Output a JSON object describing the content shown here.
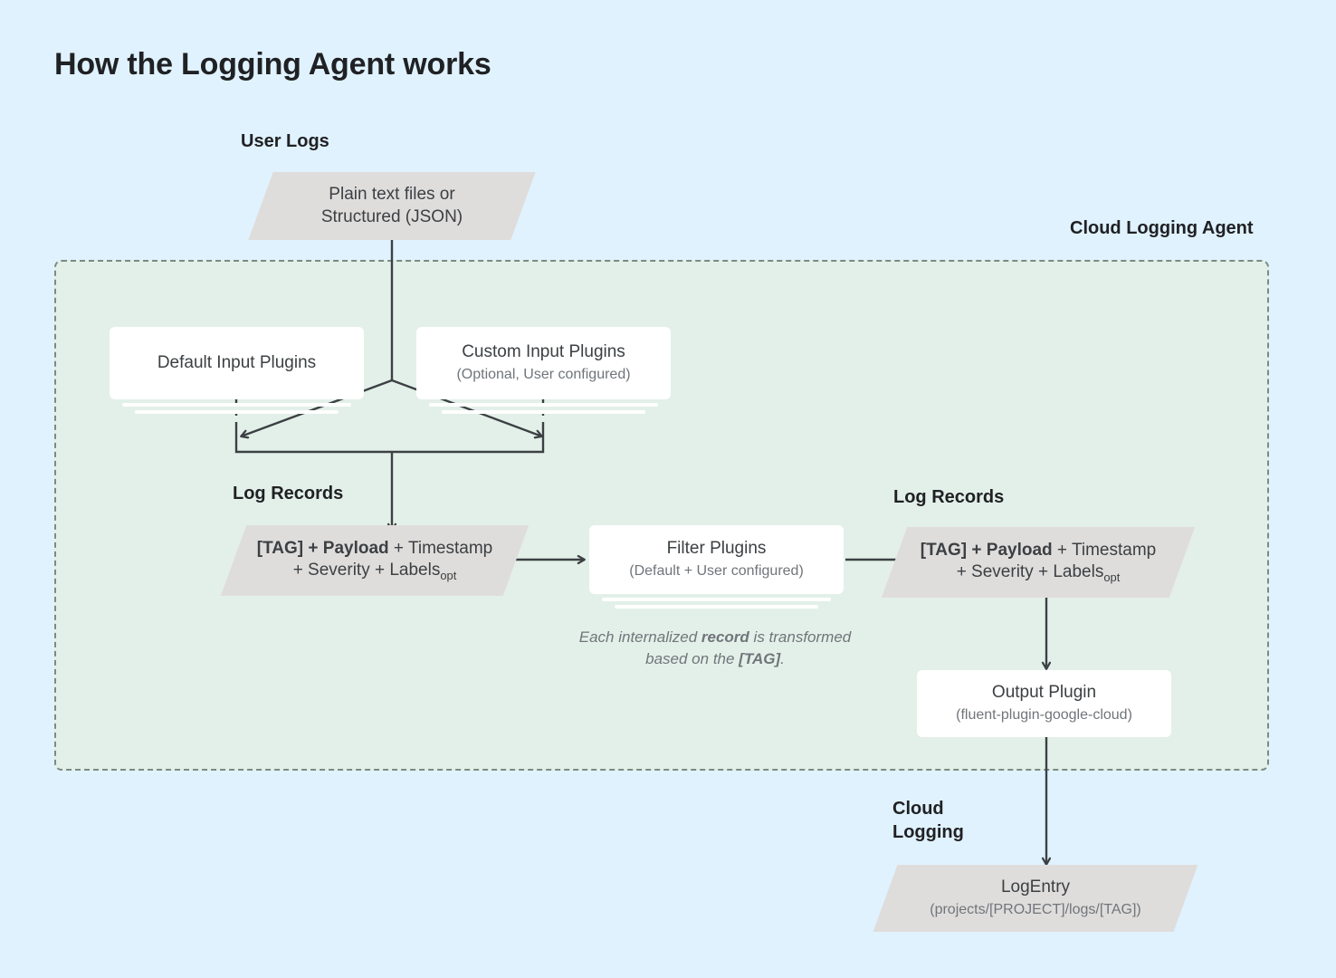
{
  "page": {
    "title": "How the Logging Agent works",
    "background_color": "#e0f2fd",
    "agent_zone_color": "#e3f0e9",
    "node_grey": "#dfdddc",
    "card_white": "#ffffff",
    "connector_color": "#3c4043"
  },
  "labels": {
    "user_logs": "User Logs",
    "cloud_logging_agent": "Cloud Logging Agent",
    "log_records_left": "Log Records",
    "log_records_right": "Log Records",
    "cloud_logging_line1": "Cloud",
    "cloud_logging_line2": "Logging"
  },
  "nodes": {
    "user_logs_source": {
      "line1": "Plain text files or",
      "line2": "Structured (JSON)",
      "shape": "parallelogram"
    },
    "default_input_plugins": {
      "title": "Default Input Plugins",
      "sub": "",
      "shape": "card"
    },
    "custom_input_plugins": {
      "title": "Custom Input Plugins",
      "sub": "(Optional, User configured)",
      "shape": "card"
    },
    "record_left": {
      "part_tag": "[TAG]",
      "part_plus1": " + ",
      "part_payload": "Payload",
      "part_rest1": " + Timestamp",
      "part_rest2": "+ Severity + Labels",
      "part_sub": "opt",
      "shape": "parallelogram"
    },
    "filter_plugins": {
      "title": "Filter Plugins",
      "sub": "(Default + User configured)",
      "shape": "card"
    },
    "record_right": {
      "part_tag": "[TAG]",
      "part_plus1": " + ",
      "part_payload": "Payload",
      "part_rest1": " + Timestamp",
      "part_rest2": "+ Severity + Labels",
      "part_sub": "opt",
      "shape": "parallelogram"
    },
    "output_plugin": {
      "title": "Output Plugin",
      "sub": "(fluent-plugin-google-cloud)",
      "shape": "card"
    },
    "log_entry": {
      "title": "LogEntry",
      "sub": "(projects/[PROJECT]/logs/[TAG])",
      "shape": "parallelogram"
    }
  },
  "caption": {
    "filter_note_part1": "Each internalized ",
    "filter_note_bold1": "record",
    "filter_note_part2": " is transformed based on the ",
    "filter_note_bold2": "[TAG]",
    "filter_note_part3": "."
  }
}
